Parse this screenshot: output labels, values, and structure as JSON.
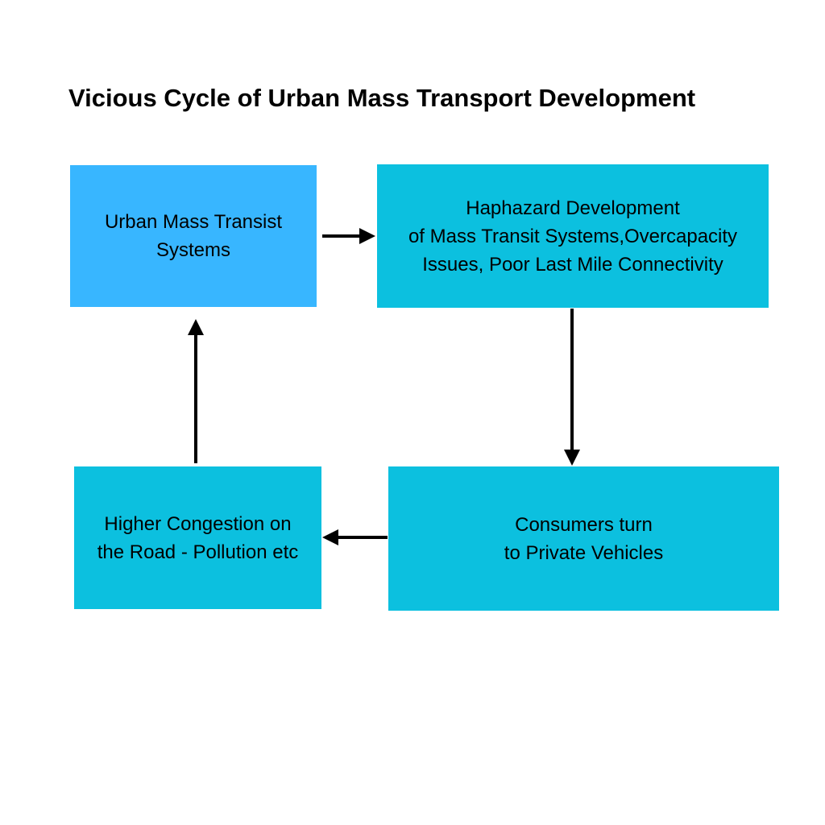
{
  "title": "Vicious Cycle of Urban Mass Transport Development",
  "colors": {
    "background": "#FFFFFF",
    "title_text": "#000000",
    "node_text": "#000000",
    "arrow": "#000000",
    "blue_node": "#38B6FF",
    "cyan_node": "#0CC0DF"
  },
  "diagram": {
    "type": "cycle-flowchart",
    "nodes": [
      {
        "id": "urban-mass-transit",
        "position": "top-left",
        "color": "#38B6FF",
        "label": "Urban Mass Transist\nSystems"
      },
      {
        "id": "haphazard-development",
        "position": "top-right",
        "color": "#0CC0DF",
        "label": "Haphazard Development\nof Mass Transit Systems,Overcapacity\nIssues, Poor Last Mile Connectivity"
      },
      {
        "id": "consumers-private-vehicles",
        "position": "bottom-right",
        "color": "#0CC0DF",
        "label": "Consumers turn\nto Private Vehicles"
      },
      {
        "id": "higher-congestion",
        "position": "bottom-left",
        "color": "#0CC0DF",
        "label": "Higher Congestion on\nthe Road - Pollution etc"
      }
    ],
    "edges": [
      {
        "from": "urban-mass-transit",
        "to": "haphazard-development",
        "direction": "right"
      },
      {
        "from": "haphazard-development",
        "to": "consumers-private-vehicles",
        "direction": "down"
      },
      {
        "from": "consumers-private-vehicles",
        "to": "higher-congestion",
        "direction": "left"
      },
      {
        "from": "higher-congestion",
        "to": "urban-mass-transit",
        "direction": "up"
      }
    ]
  }
}
